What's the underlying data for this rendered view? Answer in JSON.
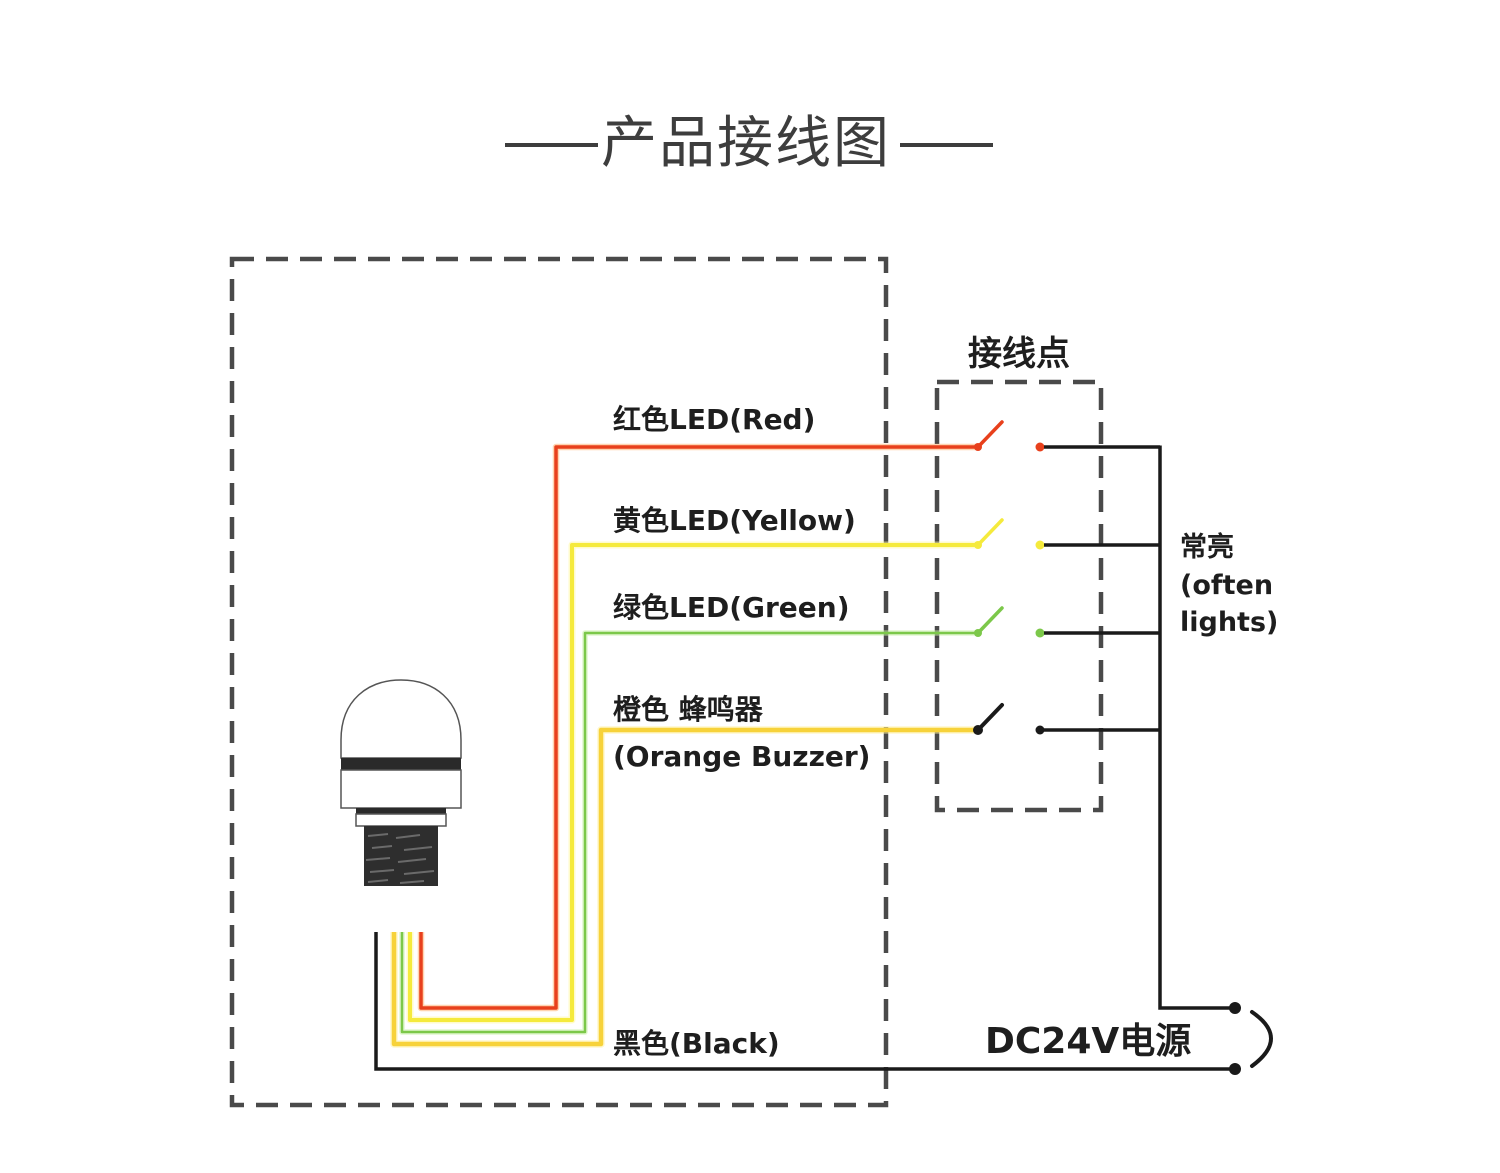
{
  "title": "产品接线图",
  "title_decoration": "——",
  "terminal_box_label": "接线点",
  "wires": [
    {
      "id": "red",
      "label_line1": "红色LED(Red)",
      "label_line2": "",
      "color": "#e8401c",
      "glow": "#ffb070"
    },
    {
      "id": "yellow",
      "label_line1": "黄色LED(Yellow)",
      "label_line2": "",
      "color": "#f5ea3c",
      "glow": "#fff8a0"
    },
    {
      "id": "green",
      "label_line1": "绿色LED(Green)",
      "label_line2": "",
      "color": "#7cc84a",
      "glow": "#c8f0a8"
    },
    {
      "id": "orange",
      "label_line1": "橙色 蜂鸣器",
      "label_line2": "(Orange Buzzer)",
      "color": "#f7d23a",
      "glow": "#fff0a0"
    }
  ],
  "common_wire": {
    "label": "黑色(Black)",
    "color": "#1a1a1a"
  },
  "bus_label": {
    "line1": "常亮",
    "line2": "(often",
    "line3": "lights)"
  },
  "power_label": "DC24V电源",
  "colors": {
    "dash": "#4a4a4a",
    "black": "#1a1a1a"
  }
}
